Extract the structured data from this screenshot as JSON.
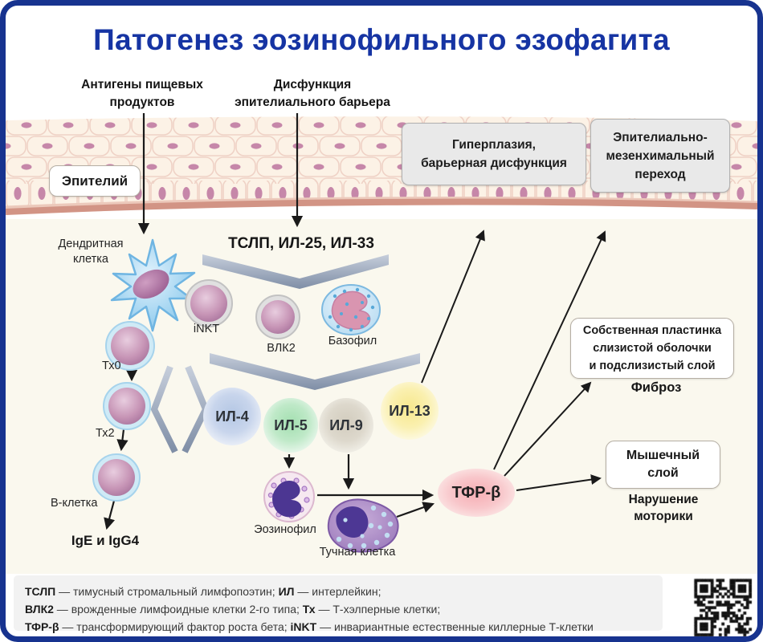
{
  "title": "Патогенез эозинофильного эзофагита",
  "colors": {
    "border": "#17338f",
    "title_text": "#1634a3",
    "chevron": "#8c99ad",
    "il4": "#b4c7e4",
    "il5": "#a3dfb0",
    "il9": "#d2ccbe",
    "il13": "#f7e88d",
    "tgfb": "#f6aeb4",
    "legend_bg": "#f2f2f2"
  },
  "top_labels": {
    "antigens": "Антигены пищевых\nпродуктов",
    "barrier": "Дисфункция\nэпителиального барьера"
  },
  "epithelium": {
    "tag": "Эпителий"
  },
  "outcome_boxes": {
    "hyperplasia": "Гиперплазия,\nбарьерная дисфункция",
    "emt": "Эпителиально-\nмезенхимальный\nпереход",
    "lamina": "Собственная пластинка\nслизистой оболочки\nи подслизистый слой",
    "fibrosis": "Фиброз",
    "muscle": "Мышечный\nслой",
    "motility": "Нарушение\nмоторики"
  },
  "cells": {
    "dendritic": "Дендритная\nклетка",
    "inkt": "iNKT",
    "ilc2": "ВЛК2",
    "basophil": "Базофил",
    "tx0": "Тх0",
    "tx2": "Тх2",
    "bcell": "В-клетка",
    "eosinophil": "Эозинофил",
    "mast": "Тучная клетка"
  },
  "mediators": {
    "tslp": "ТСЛП, ИЛ-25, ИЛ-33",
    "il4": "ИЛ-4",
    "il5": "ИЛ-5",
    "il9": "ИЛ-9",
    "il13": "ИЛ-13",
    "tgfb": "ТФР-β",
    "antibodies": "IgE и IgG4"
  },
  "legend": {
    "rows": [
      {
        "term1": "ТСЛП",
        "def1": " — тимусный стромальный лимфопоэтин; ",
        "term2": "ИЛ",
        "def2": " — интерлейкин;"
      },
      {
        "term1": "ВЛК2",
        "def1": " — врожденные лимфоидные клетки 2-го типа; ",
        "term2": "Тх",
        "def2": " — Т-хэлперные клетки;"
      },
      {
        "term1": "ТФР-β",
        "def1": " — трансформирующий фактор роста бета; ",
        "term2": "iNKT",
        "def2": " — инвариантные естественные киллерные Т-клетки"
      }
    ]
  }
}
